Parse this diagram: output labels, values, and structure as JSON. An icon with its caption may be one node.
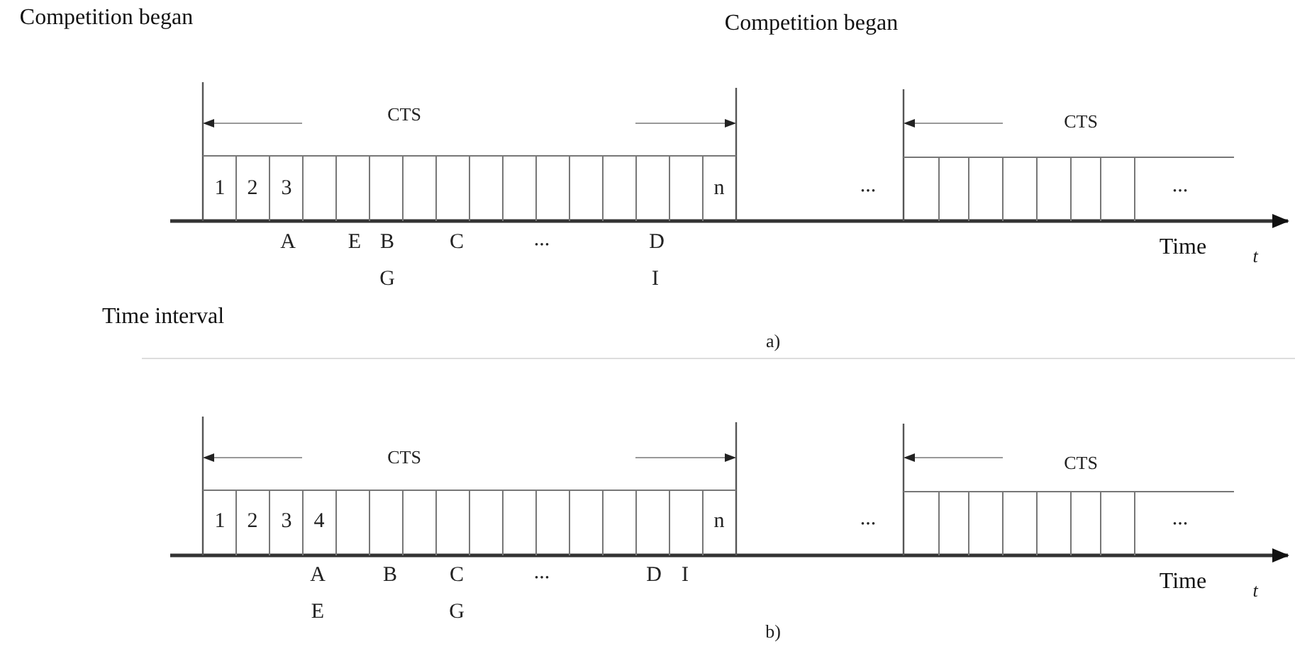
{
  "diagram": {
    "labels": [
      "Competition began",
      "Competition began",
      "CTS",
      "CTS",
      "1",
      "2",
      "3",
      "n",
      "...",
      "...",
      "A",
      "E",
      "B",
      "C",
      "...",
      "D",
      "G",
      "I",
      "Time",
      "t",
      "Time interval",
      "a)",
      "CTS",
      "CTS",
      "1",
      "2",
      "3",
      "4",
      "n",
      "...",
      "...",
      "A",
      "B",
      "C",
      "...",
      "D",
      "I",
      "E",
      "G",
      "Time",
      "t",
      "b)"
    ]
  }
}
